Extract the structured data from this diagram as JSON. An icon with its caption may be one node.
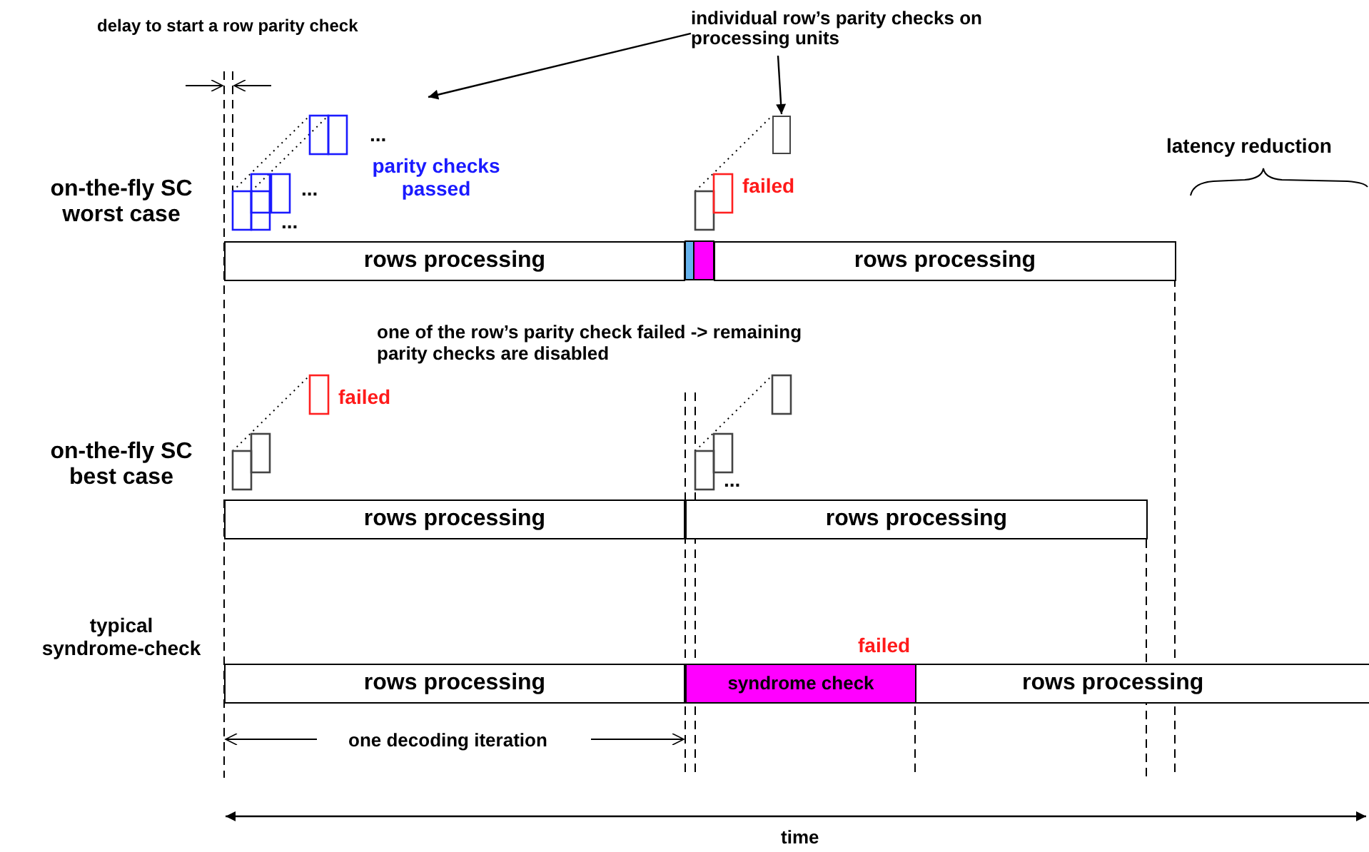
{
  "diagram": {
    "nodes": [
      {
        "text": [
          "individual row’s parity checks on processing units"
        ]
      },
      {
        "text": [
          "rows processing"
        ]
      },
      {
        "text": [
          "rows processing"
        ]
      },
      {
        "text": [
          "rows processing"
        ]
      },
      {
        "text": [
          "rows processing"
        ]
      },
      {
        "text": [
          "rows processing"
        ]
      },
      {
        "text": [
          "syndrome check"
        ],
        "beside": [
          "failed"
        ]
      },
      {
        "text": [
          "rows processing"
        ]
      },
      {
        "text": [],
        "shape": "box"
      }
    ],
    "edges": [
      {
        "from": 0,
        "to": null,
        "arrow": "to"
      },
      {
        "from": 0,
        "to": 8,
        "arrow": "to"
      }
    ],
    "labels": [
      "delay to start a row parity check",
      "latency reduction",
      "on-the-fly SC worst case",
      "...",
      "parity checks passed",
      "...",
      "...",
      "failed",
      "one of the row’s parity check failed -> remaining parity checks are disabled",
      "failed",
      "on-the-fly SC best case",
      "...",
      "typical syndrome-check",
      "one decoding iteration",
      "time"
    ]
  }
}
